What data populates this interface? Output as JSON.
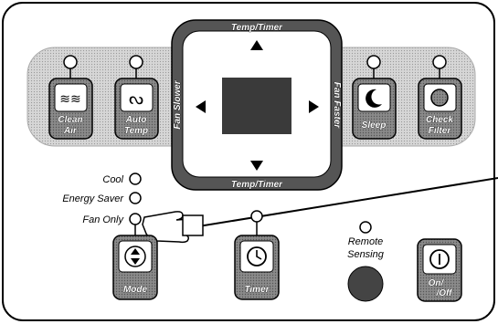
{
  "buttons": {
    "clean_air": [
      "Clean",
      "Air"
    ],
    "auto_temp": [
      "Auto",
      "Temp"
    ],
    "sleep": "Sleep",
    "check_filter": [
      "Check",
      "Filter"
    ],
    "mode": "Mode",
    "timer": "Timer",
    "on_off": [
      "On/",
      "/Off"
    ]
  },
  "dpad": {
    "top_label": "Temp/Timer",
    "bottom_label": "Temp/Timer",
    "left_label": "Fan Slower",
    "right_label": "Fan Faster"
  },
  "mode_indicators": [
    "Cool",
    "Energy Saver",
    "Fan Only"
  ],
  "remote_sensing": [
    "Remote",
    "Sensing"
  ],
  "colors": {
    "panel_border": "#000000",
    "band_fill": "#cfcfcf",
    "button_fill": "#7a7a7a",
    "dpad_center": "#3a3a3a",
    "remote_dot": "#444444"
  }
}
